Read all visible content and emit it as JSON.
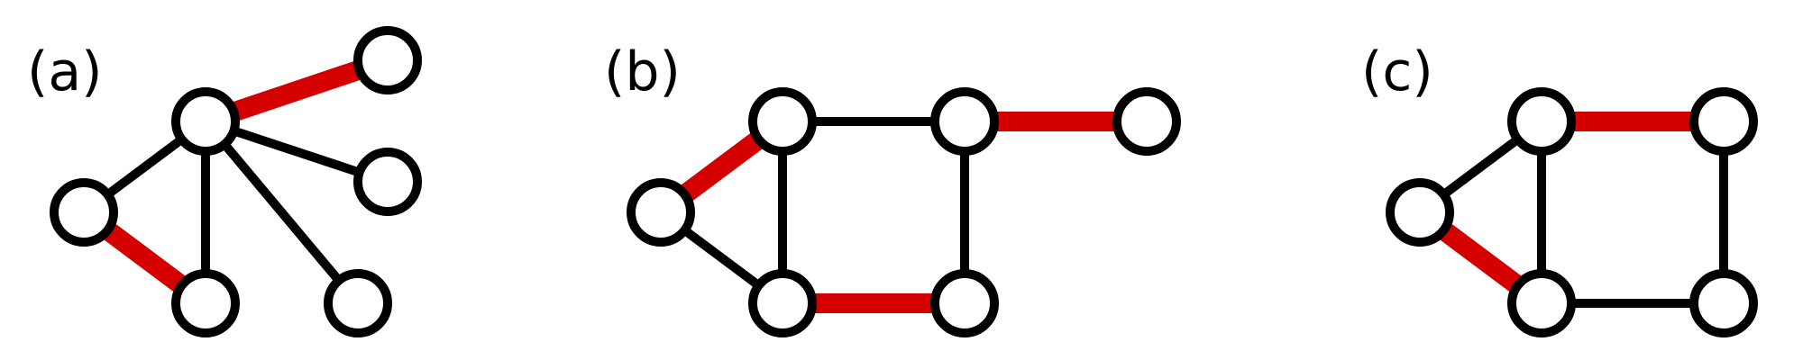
{
  "colors": {
    "background": "#ffffff",
    "normal_edge": "#000000",
    "highlight_edge": "#d40000",
    "node_fill": "#ffffff",
    "node_stroke": "#000000"
  },
  "panels": [
    {
      "label": "(a)",
      "nodes": [
        "hub",
        "top-right",
        "mid-right",
        "bottom-right",
        "left",
        "bottom"
      ],
      "edges": [
        {
          "from": "hub",
          "to": "top-right",
          "highlighted": true
        },
        {
          "from": "hub",
          "to": "mid-right",
          "highlighted": false
        },
        {
          "from": "hub",
          "to": "bottom-right",
          "highlighted": false
        },
        {
          "from": "hub",
          "to": "left",
          "highlighted": false
        },
        {
          "from": "hub",
          "to": "bottom",
          "highlighted": false
        },
        {
          "from": "left",
          "to": "bottom",
          "highlighted": true
        }
      ]
    },
    {
      "label": "(b)",
      "nodes": [
        "left",
        "top-left",
        "bottom-left",
        "top-middle",
        "bottom-middle",
        "right"
      ],
      "edges": [
        {
          "from": "left",
          "to": "top-left",
          "highlighted": true
        },
        {
          "from": "left",
          "to": "bottom-left",
          "highlighted": false
        },
        {
          "from": "top-left",
          "to": "bottom-left",
          "highlighted": false
        },
        {
          "from": "top-left",
          "to": "top-middle",
          "highlighted": false
        },
        {
          "from": "bottom-left",
          "to": "bottom-middle",
          "highlighted": true
        },
        {
          "from": "top-middle",
          "to": "bottom-middle",
          "highlighted": false
        },
        {
          "from": "top-middle",
          "to": "right",
          "highlighted": true
        }
      ]
    },
    {
      "label": "(c)",
      "nodes": [
        "left",
        "top-left",
        "bottom-left",
        "top-right",
        "bottom-right"
      ],
      "edges": [
        {
          "from": "left",
          "to": "top-left",
          "highlighted": false
        },
        {
          "from": "left",
          "to": "bottom-left",
          "highlighted": true
        },
        {
          "from": "top-left",
          "to": "bottom-left",
          "highlighted": false
        },
        {
          "from": "top-left",
          "to": "top-right",
          "highlighted": true
        },
        {
          "from": "bottom-left",
          "to": "bottom-right",
          "highlighted": false
        },
        {
          "from": "top-right",
          "to": "bottom-right",
          "highlighted": false
        }
      ]
    }
  ]
}
